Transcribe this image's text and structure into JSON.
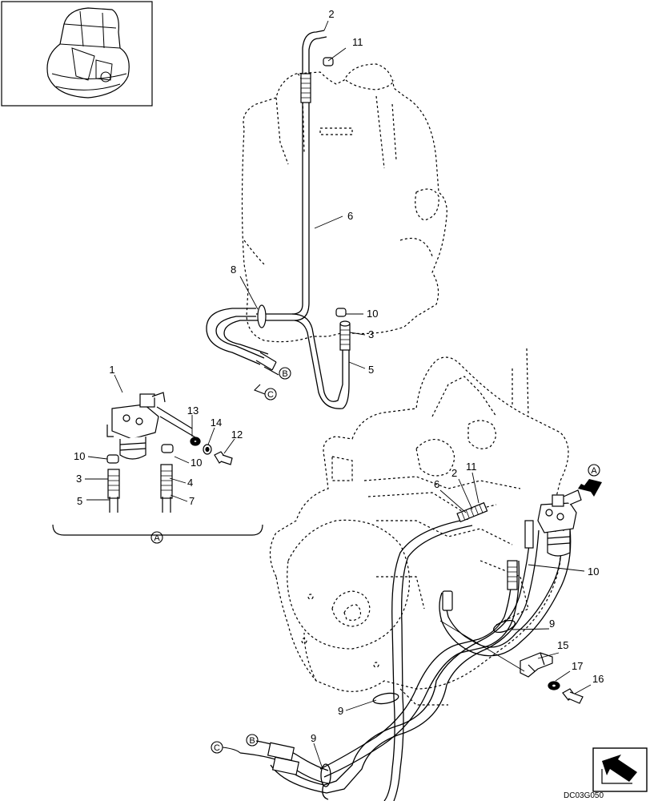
{
  "drawing_code": "DC03G050",
  "section_label": "A",
  "view_arrow_label": "A",
  "connectors": {
    "b": "B",
    "c": "C"
  },
  "callouts": {
    "c1": "1",
    "c2": "2",
    "c3": "3",
    "c4": "4",
    "c5": "5",
    "c6": "6",
    "c7": "7",
    "c8": "8",
    "c9": "9",
    "c10": "10",
    "c11": "11",
    "c12": "12",
    "c13": "13",
    "c14": "14",
    "c15": "15",
    "c16": "16",
    "c17": "17"
  },
  "icons": {
    "thumbnail": "excavator-cab-thumbnail",
    "nav": "next-page-arrow-icon",
    "view": "view-direction-arrow-icon"
  }
}
